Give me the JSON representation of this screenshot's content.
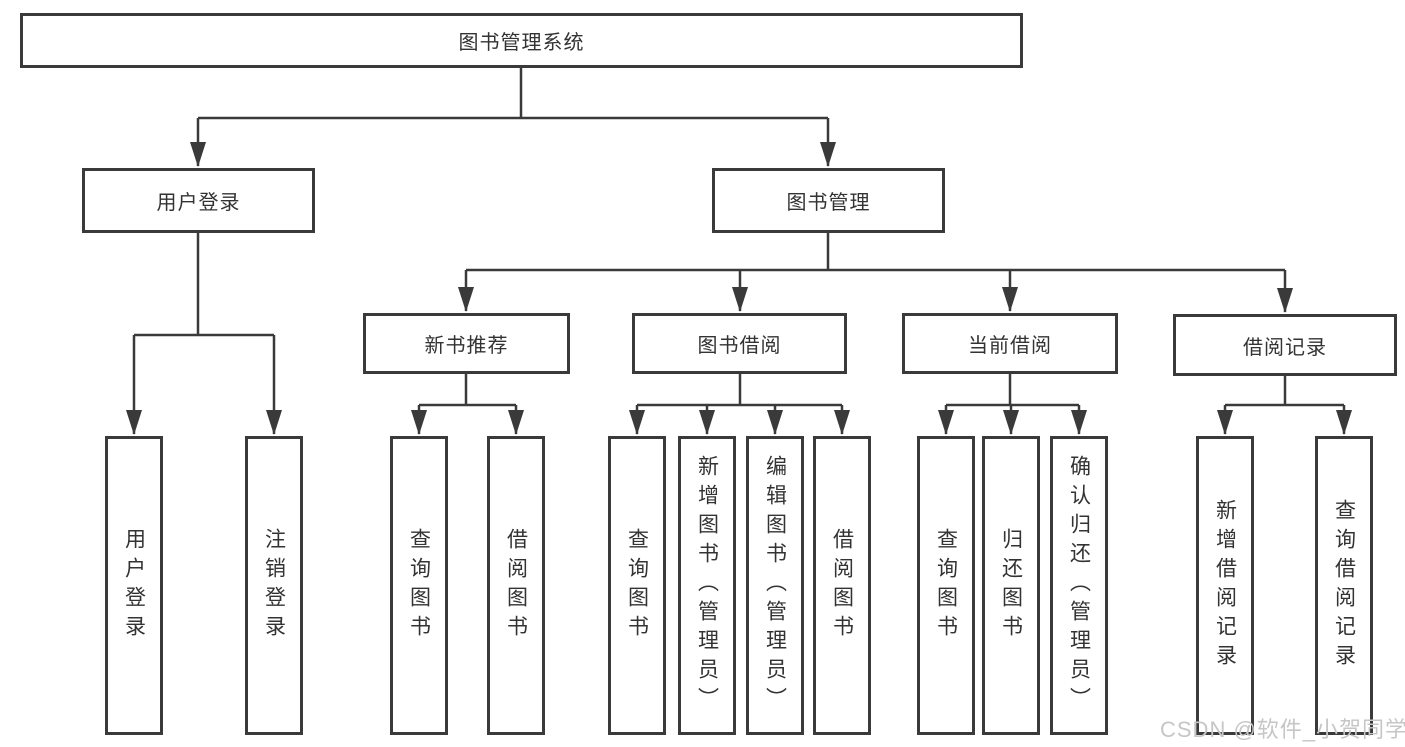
{
  "diagram": {
    "type": "tree",
    "root": {
      "label": "图书管理系统"
    },
    "level2": [
      {
        "label": "用户登录"
      },
      {
        "label": "图书管理"
      }
    ],
    "level3": [
      {
        "label": "新书推荐",
        "parent": "图书管理"
      },
      {
        "label": "图书借阅",
        "parent": "图书管理"
      },
      {
        "label": "当前借阅",
        "parent": "图书管理"
      },
      {
        "label": "借阅记录",
        "parent": "图书管理"
      }
    ],
    "leaves": [
      {
        "label": "用户登录",
        "parent": "用户登录"
      },
      {
        "label": "注销登录",
        "parent": "用户登录"
      },
      {
        "label": "查询图书",
        "parent": "新书推荐"
      },
      {
        "label": "借阅图书",
        "parent": "新书推荐"
      },
      {
        "label": "查询图书",
        "parent": "图书借阅"
      },
      {
        "label": "新增图书（管理员）",
        "parent": "图书借阅"
      },
      {
        "label": "编辑图书（管理员）",
        "parent": "图书借阅"
      },
      {
        "label": "借阅图书",
        "parent": "图书借阅"
      },
      {
        "label": "查询图书",
        "parent": "当前借阅"
      },
      {
        "label": "归还图书",
        "parent": "当前借阅"
      },
      {
        "label": "确认归还（管理员）",
        "parent": "当前借阅"
      },
      {
        "label": "新增借阅记录",
        "parent": "借阅记录"
      },
      {
        "label": "查询借阅记录",
        "parent": "借阅记录"
      }
    ]
  },
  "watermark": {
    "text": "CSDN @软件_小贺同学",
    "color": "#c6c6c6"
  },
  "colors": {
    "line": "#3a3a3a",
    "text": "#333333",
    "background": "#ffffff"
  }
}
